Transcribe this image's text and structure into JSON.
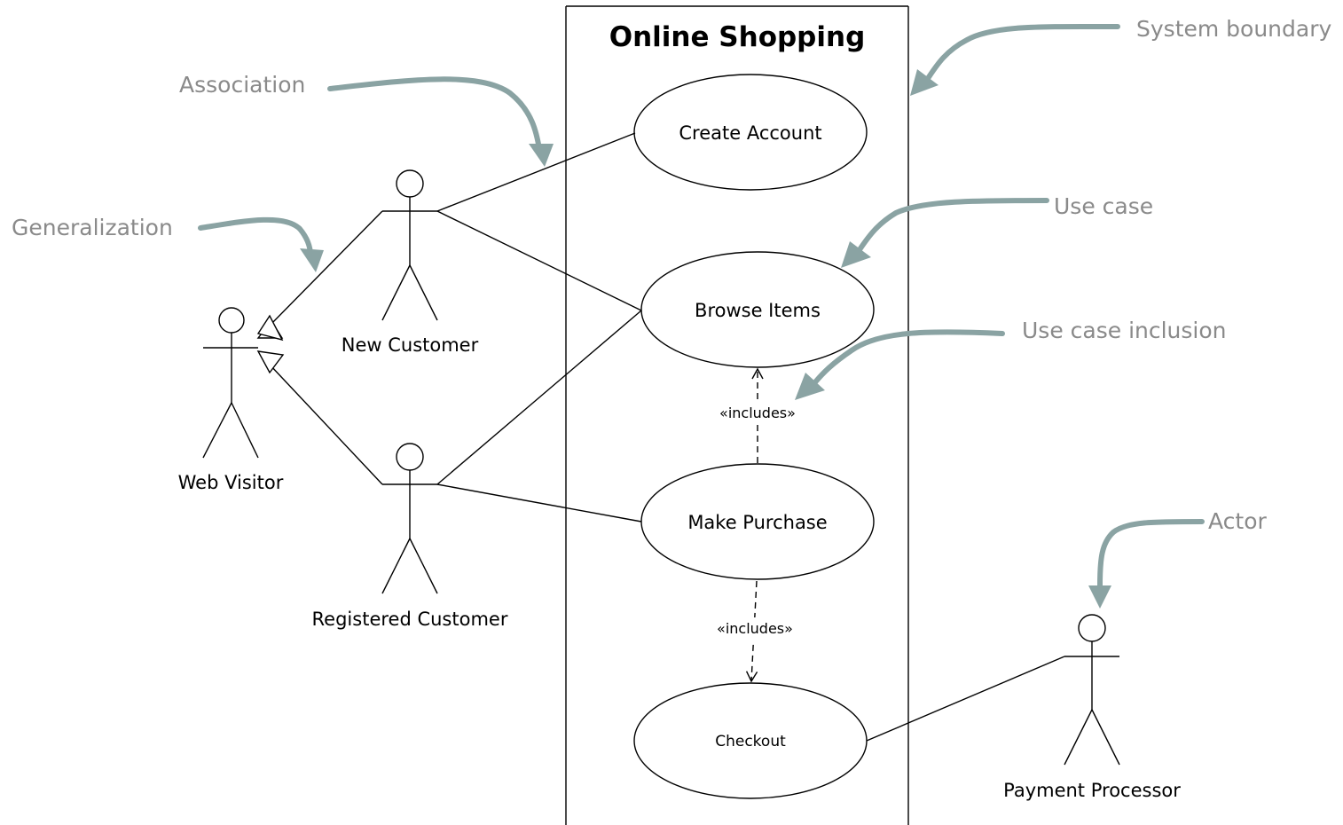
{
  "system": {
    "title": "Online Shopping"
  },
  "use_cases": {
    "create_account": "Create Account",
    "browse_items": "Browse Items",
    "make_purchase": "Make Purchase",
    "checkout": "Checkout"
  },
  "actors": {
    "web_visitor": "Web Visitor",
    "new_customer": "New Customer",
    "registered_customer": "Registered Customer",
    "payment_processor": "Payment Processor"
  },
  "relations": {
    "includes_1": "«includes»",
    "includes_2": "«includes»"
  },
  "annotations": {
    "association": "Association",
    "generalization": "Generalization",
    "system_boundary": "System boundary",
    "use_case": "Use case",
    "use_case_inclusion": "Use case inclusion",
    "actor": "Actor"
  },
  "colors": {
    "callout": "#8aa3a3",
    "callout_text": "#8a8a8a",
    "line": "#000000"
  }
}
